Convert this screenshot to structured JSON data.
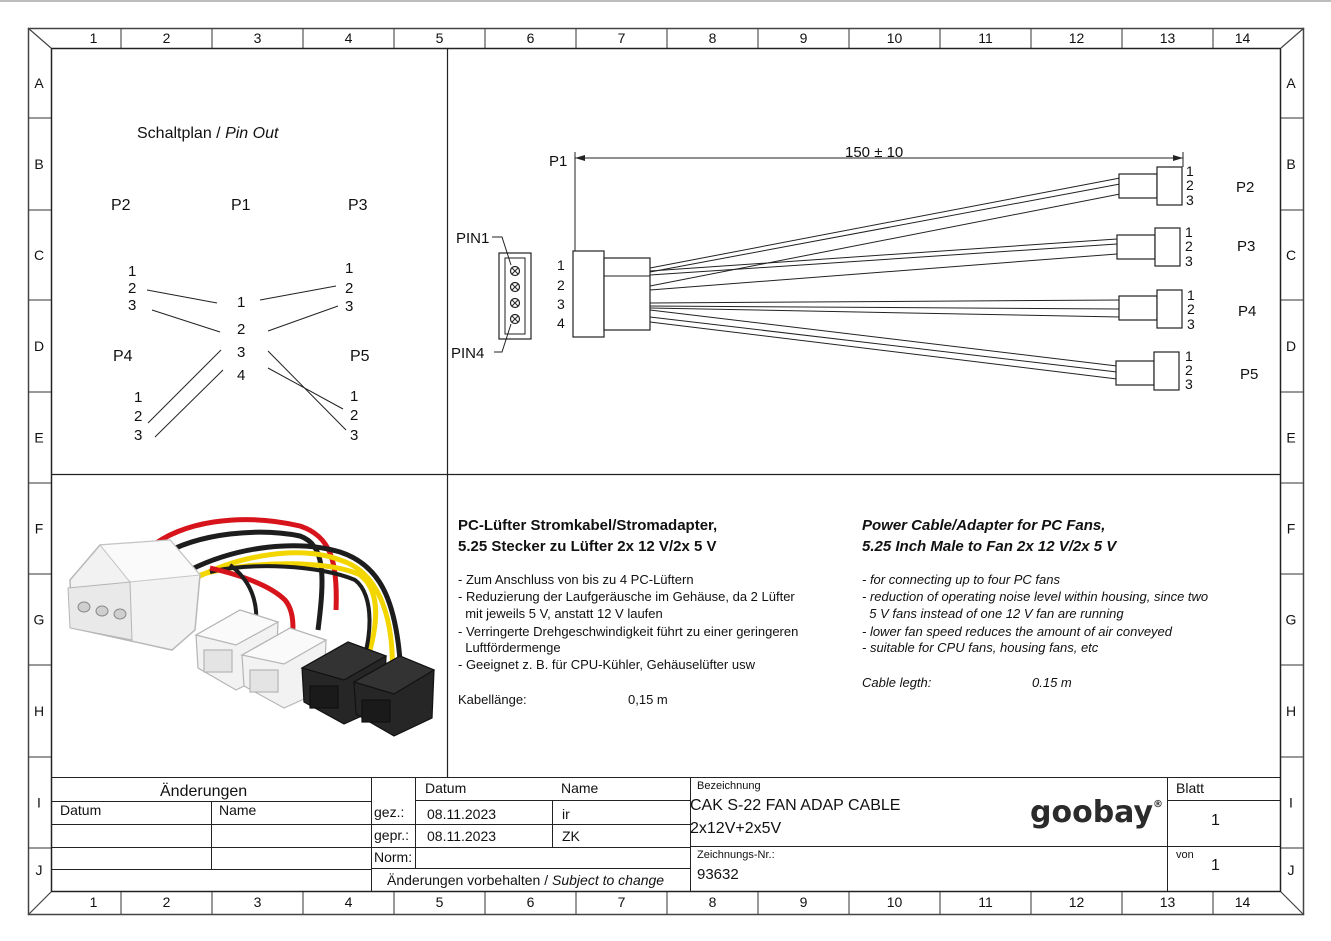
{
  "grid": {
    "columns": [
      "1",
      "2",
      "3",
      "4",
      "5",
      "6",
      "7",
      "8",
      "9",
      "10",
      "11",
      "12",
      "13",
      "14"
    ],
    "rows": [
      "A",
      "B",
      "C",
      "D",
      "E",
      "F",
      "G",
      "H",
      "I",
      "J"
    ]
  },
  "pinout": {
    "title": "Schaltplan / ",
    "title_italic": "Pin Out",
    "p1": "P1",
    "p2": "P2",
    "p3": "P3",
    "p4": "P4",
    "p5": "P5",
    "pins_p1": [
      "1",
      "2",
      "3",
      "4"
    ],
    "pins_fan": [
      "1",
      "2",
      "3"
    ]
  },
  "drawing": {
    "dimension": "150 ± 10",
    "p1_label": "P1",
    "pin1_label": "PIN1",
    "pin4_label": "PIN4",
    "molex_pins": [
      "1",
      "2",
      "3",
      "4"
    ],
    "fan_labels": [
      "P2",
      "P3",
      "P4",
      "P5"
    ],
    "fan_pins": [
      "1",
      "2",
      "3"
    ]
  },
  "desc_de": {
    "title1": "PC-Lüfter Stromkabel/Stromadapter,",
    "title2": "5.25 Stecker zu Lüfter 2x 12 V/2x 5 V",
    "lines": [
      "- Zum Anschluss von bis zu 4 PC-Lüftern",
      "- Reduzierung der Laufgeräusche im Gehäuse, da 2 Lüfter",
      "  mit jeweils 5 V, anstatt 12 V laufen",
      "- Verringerte Drehgeschwindigkeit führt zu einer geringeren",
      "  Luftfördermenge",
      "- Geeignet z. B. für CPU-Kühler, Gehäuselüfter usw"
    ],
    "length_label": "Kabellänge:",
    "length_value": "0,15 m"
  },
  "desc_en": {
    "title1": "Power Cable/Adapter for PC Fans,",
    "title2": "5.25 Inch Male to Fan 2x 12 V/2x 5 V",
    "lines": [
      "- for connecting up to four PC fans",
      "- reduction of operating noise level within housing, since two",
      "  5 V fans instead of one 12 V fan are running",
      "- lower fan speed reduces the amount of air conveyed",
      "- suitable for CPU fans, housing fans, etc"
    ],
    "length_label": "Cable legth:",
    "length_value": "0.15 m"
  },
  "title_block": {
    "changes": "Änderungen",
    "datum": "Datum",
    "name": "Name",
    "gez": "gez.:",
    "gepr": "gepr.:",
    "norm": "Norm:",
    "gez_date": "08.11.2023",
    "gez_name": "ir",
    "gepr_date": "08.11.2023",
    "gepr_name": "ZK",
    "subject_de": "Änderungen vorbehalten / ",
    "subject_en": "Subject to change",
    "bezeichnung": "Bezeichnung",
    "product_line1": "CAK S-22 FAN ADAP CABLE",
    "product_line2": "2x12V+2x5V",
    "zeichnungs_nr": "Zeichnungs-Nr.:",
    "drawing_no": "93632",
    "blatt": "Blatt",
    "blatt_value": "1",
    "von": "von",
    "von_value": "1",
    "logo": "goobay",
    "logo_mark": "®"
  },
  "colors": {
    "red": "#d7141b",
    "yellow": "#f3d600",
    "black": "#1d1d1d",
    "connector_white": "#f2f2f2",
    "fan_black": "#222222"
  }
}
